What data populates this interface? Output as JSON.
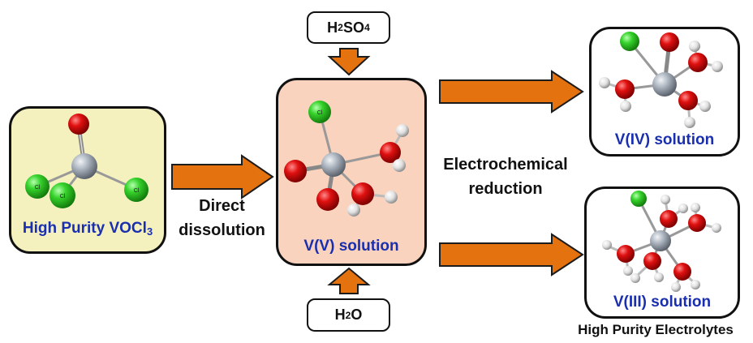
{
  "reactant": {
    "label_main": "High Purity VOCl",
    "label_sub": "3",
    "atom_label": "Cl",
    "box_color": "#f5f1bf"
  },
  "reagents": {
    "acid_main": "H",
    "acid_sub1": "2",
    "acid_mid": "SO",
    "acid_sub2": "4",
    "water_main": "H",
    "water_sub": "2",
    "water_end": "O"
  },
  "steps": {
    "dissolution_line1": "Direct",
    "dissolution_line2": "dissolution",
    "reduction_line1": "Electrochemical",
    "reduction_line2": "reduction"
  },
  "intermediate": {
    "label": "V(V) solution",
    "atom_label": "Cl",
    "box_color": "#f9d3bd"
  },
  "products": {
    "v4_label": "V(IV) solution",
    "v3_label": "V(III) solution",
    "footer": "High Purity Electrolytes"
  },
  "colors": {
    "arrow": "#e3720f",
    "arrow_edge": "#1c1c1c",
    "label_blue": "#1a2fb0",
    "oxygen": "#e01010",
    "chlorine": "#36d32c",
    "vanadium": "#a9b2bd",
    "hydrogen": "#e6e6e6"
  }
}
